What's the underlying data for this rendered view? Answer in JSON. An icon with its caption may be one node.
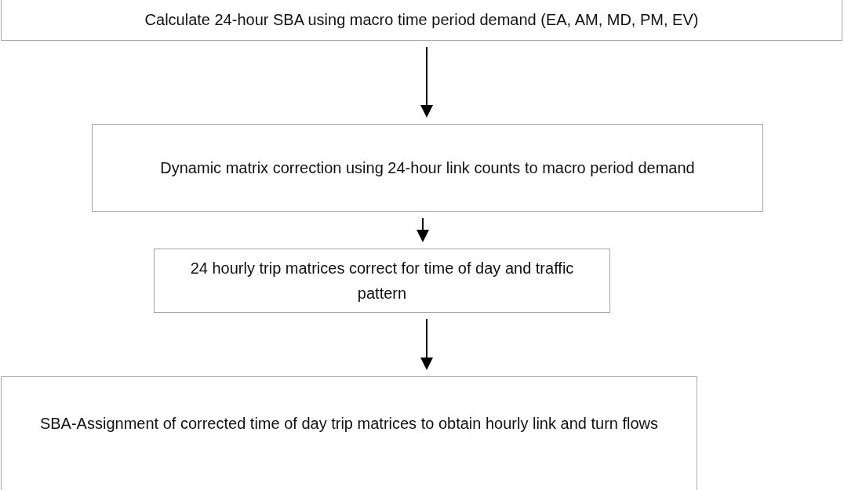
{
  "diagram": {
    "nodes": [
      {
        "text": [
          "Calculate 24-hour SBA using macro time period demand (EA, AM, MD, PM, EV)"
        ]
      },
      {
        "text": [
          "Dynamic matrix correction using 24-hour link counts to macro period demand"
        ]
      },
      {
        "text": [
          "24 hourly trip matrices correct for time of day and traffic pattern"
        ]
      },
      {
        "text": [
          "SBA-Assignment of corrected time of day trip matrices to obtain hourly link and turn flows"
        ]
      }
    ],
    "edges": [
      {
        "from": 0,
        "to": 1,
        "arrow": "to"
      },
      {
        "from": 1,
        "to": 2,
        "arrow": "to"
      },
      {
        "from": 2,
        "to": 3,
        "arrow": "to"
      }
    ]
  }
}
